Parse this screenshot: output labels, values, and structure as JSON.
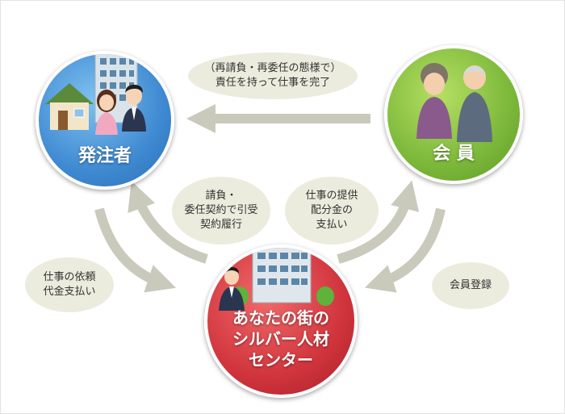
{
  "nodes": {
    "client": {
      "label": "発注者",
      "color": "#4a90d8"
    },
    "member": {
      "label": "会 員",
      "color": "#7cb83a"
    },
    "center": {
      "lines": [
        "あなたの街の",
        "シルバー人材",
        "センター"
      ],
      "color": "#d0343c"
    }
  },
  "bubbles": {
    "top": [
      "（再請負・再委任の態様で）",
      "責任を持って仕事を完了"
    ],
    "contract": [
      "請負・",
      "委任契約で引受",
      "契約履行"
    ],
    "provide": [
      "仕事の提供",
      "配分金の",
      "支払い"
    ],
    "request": [
      "仕事の依頼",
      "代金支払い"
    ],
    "register": [
      "会員登録"
    ]
  },
  "colors": {
    "arrow": "#c9cabb",
    "bubble": "#ececde"
  }
}
